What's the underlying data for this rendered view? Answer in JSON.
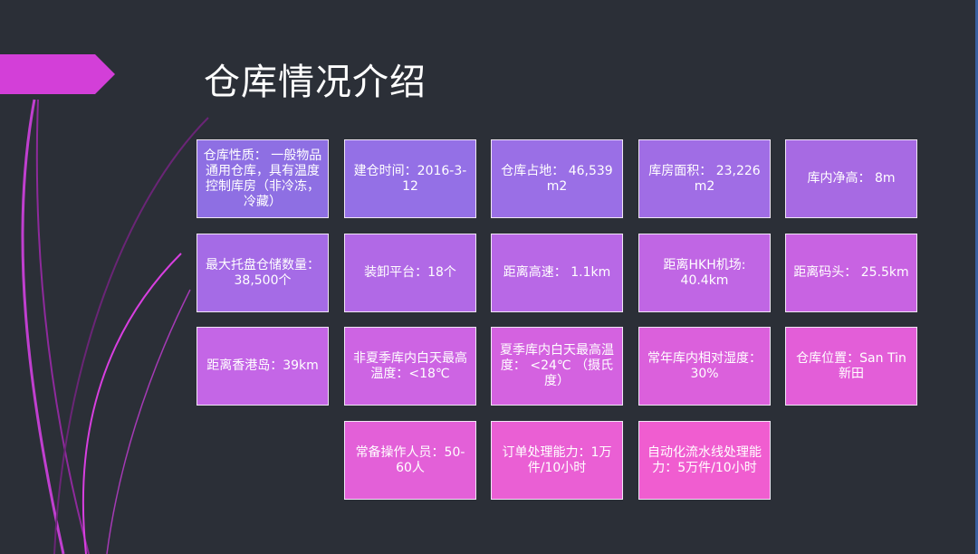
{
  "slide": {
    "title": "仓库情况介绍",
    "tiles": [
      {
        "text": "仓库性质： 一般物品通用仓库，具有温度控制库房（非冷冻，冷藏）",
        "color": "#8e6fe3"
      },
      {
        "text": "建仓时间：2016-3-12",
        "color": "#9470e6"
      },
      {
        "text": "仓库占地： 46,539 m2",
        "color": "#9a6fe6"
      },
      {
        "text": "库房面积： 23,226 m2",
        "color": "#a06de5"
      },
      {
        "text": "库内净高： 8m",
        "color": "#a76ae3"
      },
      {
        "text": "最大托盘仓储数量：38,500个",
        "color": "#a56be6"
      },
      {
        "text": "装卸平台：18个",
        "color": "#b169e6"
      },
      {
        "text": "距离高速： 1.1km",
        "color": "#b868e6"
      },
      {
        "text": "距离HKH机场: 40.4km",
        "color": "#c066e4"
      },
      {
        "text": "距离码头： 25.5km",
        "color": "#c863e2"
      },
      {
        "text": "距离香港岛：39km",
        "color": "#c466e6"
      },
      {
        "text": "非夏季库内白天最高温度：<18℃",
        "color": "#cd64e3"
      },
      {
        "text": "夏季库内白天最高温度： <24℃ （摄氏度）",
        "color": "#d462e0"
      },
      {
        "text": "常年库内相对湿度：30%",
        "color": "#db60dc"
      },
      {
        "text": "仓库位置：San Tin 新田",
        "color": "#e35ed8"
      },
      {
        "text": "常备操作人员：50-60人",
        "color": "#e360d8"
      },
      {
        "text": "订单处理能力：1万件/10小时",
        "color": "#ea5fd4"
      },
      {
        "text": "自动化流水线处理能力：5万件/10小时",
        "color": "#f05dd0"
      }
    ]
  }
}
